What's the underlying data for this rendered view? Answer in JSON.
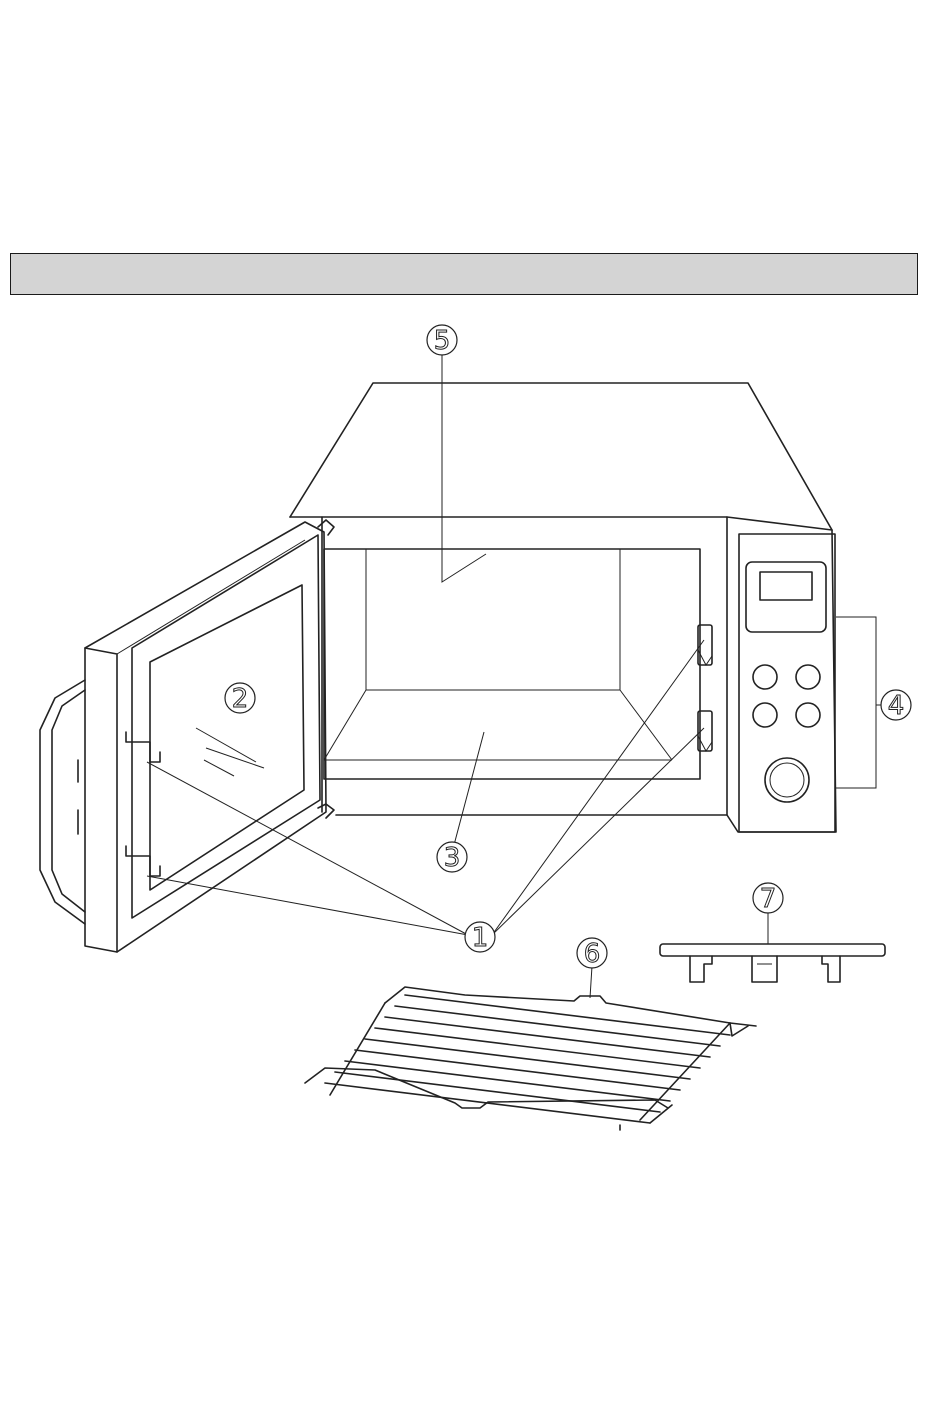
{
  "colors": {
    "line": "#222222",
    "header_bar": "#d4d4d4",
    "background": "#ffffff"
  },
  "callouts": [
    {
      "id": "1",
      "label": "1"
    },
    {
      "id": "2",
      "label": "2"
    },
    {
      "id": "3",
      "label": "3"
    },
    {
      "id": "4",
      "label": "4"
    },
    {
      "id": "5",
      "label": "5"
    },
    {
      "id": "6",
      "label": "6"
    },
    {
      "id": "7",
      "label": "7"
    }
  ]
}
